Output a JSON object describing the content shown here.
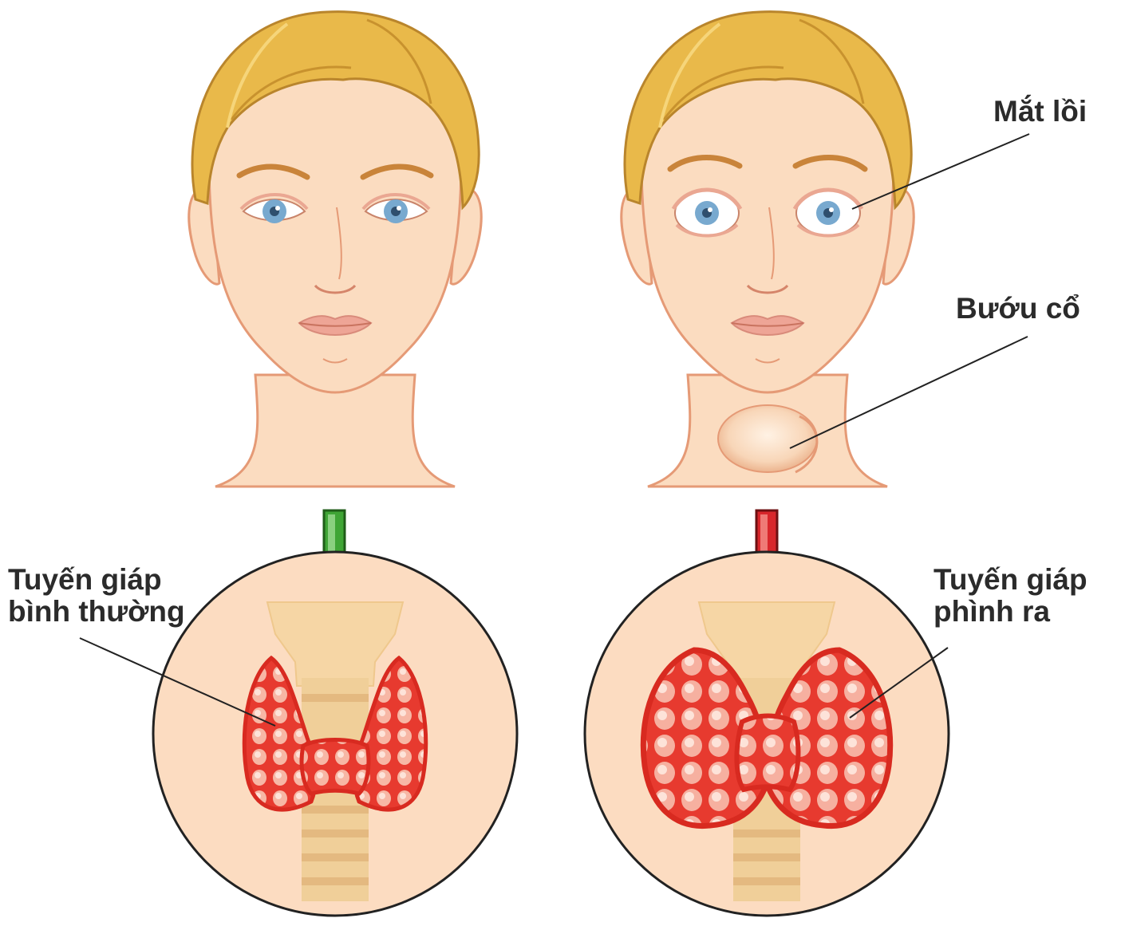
{
  "labels": {
    "bulging_eyes": "Mắt lồi",
    "goiter": "Bướu cổ",
    "normal_thyroid_line1": "Tuyến giáp",
    "normal_thyroid_line2": "bình thường",
    "enlarged_thyroid_line1": "Tuyến giáp",
    "enlarged_thyroid_line2": "phình ra"
  },
  "colors": {
    "skin": "#fbdcc0",
    "skin_outline": "#e59a76",
    "hair": "#e9b94a",
    "hair_dark": "#b9852c",
    "iris": "#78a9cf",
    "lips": "#eea596",
    "thyroid": "#e32a26",
    "thyroid_light": "#f6b9a8",
    "trachea": "#f0cf99",
    "arrow_normal": "#3fa535",
    "arrow_abnormal": "#d8262b",
    "circle_fill": "#fcdcc1",
    "text": "#2b2b2b"
  },
  "icons": {
    "normal_arrow": "arrow-down-green-icon",
    "abnormal_arrow": "arrow-down-red-icon"
  }
}
